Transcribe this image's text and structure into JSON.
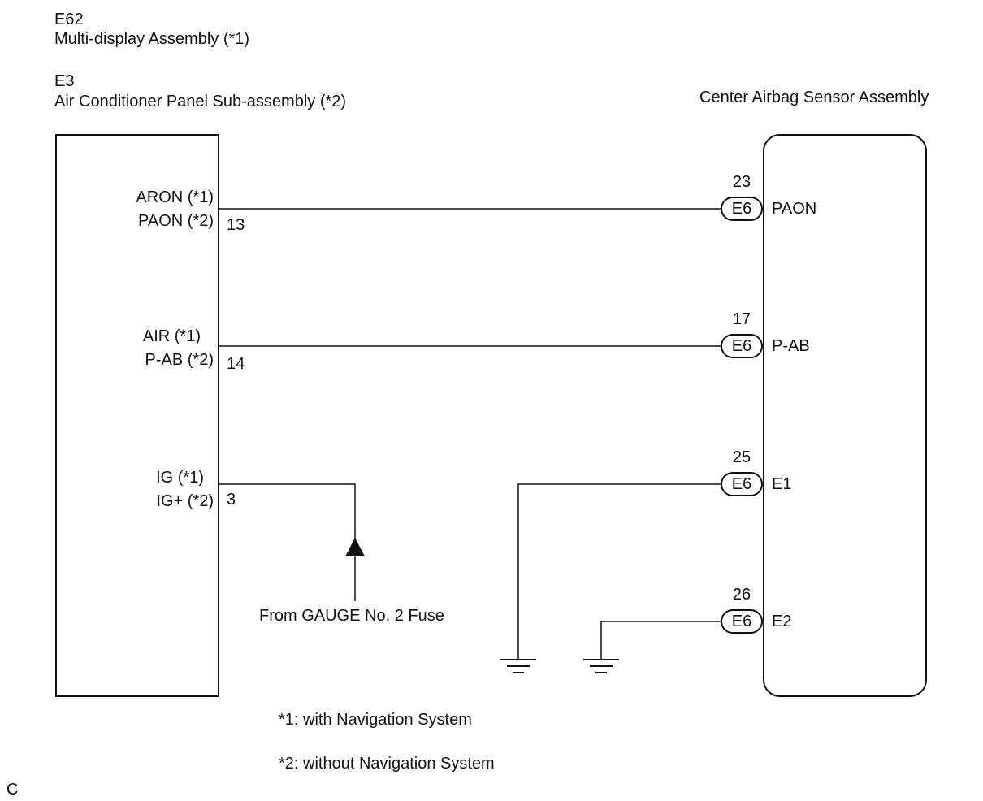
{
  "left_component": {
    "id_1": "E62",
    "name_1": "Multi-display Assembly (*1)",
    "id_2": "E3",
    "name_2": "Air Conditioner Panel Sub-assembly (*2)",
    "terminals": [
      {
        "label_1": "ARON (*1)",
        "label_2": "PAON (*2)",
        "pin": "13"
      },
      {
        "label_1": "AIR (*1)",
        "label_2": "P-AB (*2)",
        "pin": "14"
      },
      {
        "label_1": "IG (*1)",
        "label_2": "IG+ (*2)",
        "pin": "3"
      }
    ]
  },
  "right_component": {
    "name": "Center Airbag Sensor Assembly",
    "terminals": [
      {
        "pin": "23",
        "connector": "E6",
        "label": "PAON"
      },
      {
        "pin": "17",
        "connector": "E6",
        "label": "P-AB"
      },
      {
        "pin": "25",
        "connector": "E6",
        "label": "E1"
      },
      {
        "pin": "26",
        "connector": "E6",
        "label": "E2"
      }
    ]
  },
  "fuse_label": "From GAUGE No. 2 Fuse",
  "notes": {
    "note_1": "*1: with Navigation System",
    "note_2": "*2: without Navigation System"
  },
  "corner_mark": "C"
}
